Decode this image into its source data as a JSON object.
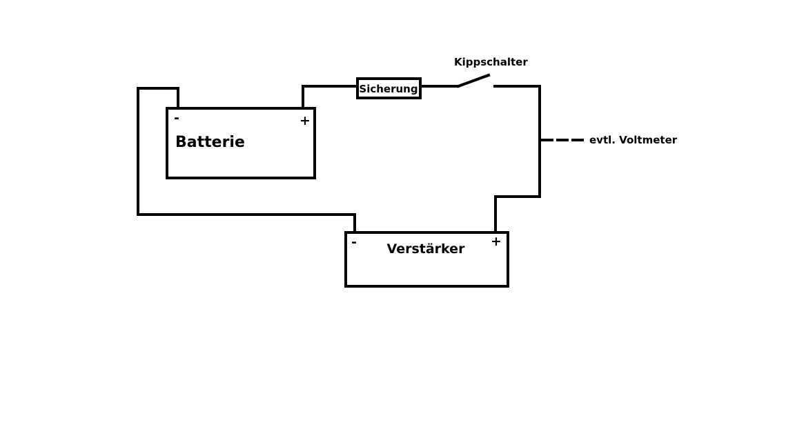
{
  "components": {
    "battery": {
      "label": "Batterie",
      "minus": "-",
      "plus": "+"
    },
    "fuse": {
      "label": "Sicherung"
    },
    "switch": {
      "label": "Kippschalter"
    },
    "amplifier": {
      "label": "Verstärker",
      "minus": "-",
      "plus": "+"
    },
    "voltmeter": {
      "label": "evtl. Voltmeter"
    }
  },
  "colors": {
    "line": "#000000",
    "background": "#ffffff"
  }
}
